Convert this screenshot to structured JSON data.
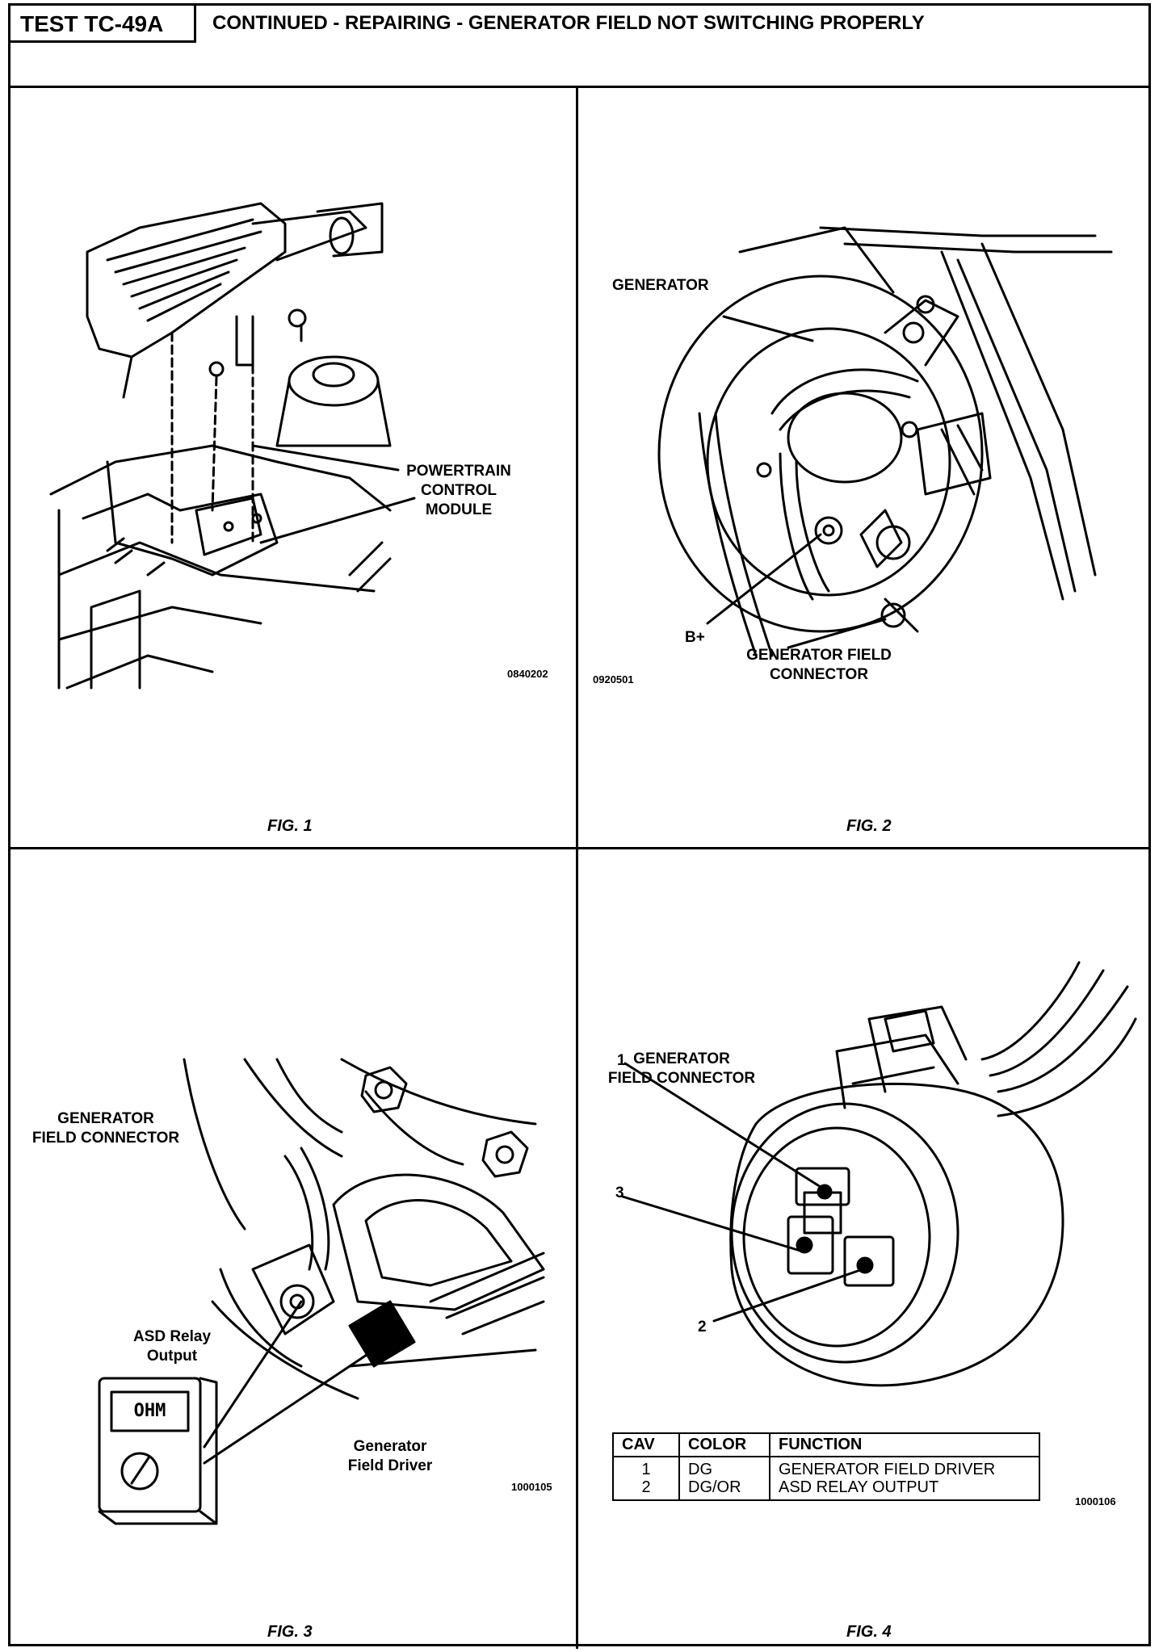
{
  "header": {
    "test_id": "TEST TC-49A",
    "title": "CONTINUED - REPAIRING - GENERATOR FIELD NOT SWITCHING PROPERLY"
  },
  "fig1": {
    "label_lines": [
      "POWERTRAIN",
      "CONTROL",
      "MODULE"
    ],
    "code": "0840202",
    "caption": "FIG. 1"
  },
  "fig2": {
    "label_generator": "GENERATOR",
    "label_bplus": "B+",
    "label_field_lines": [
      "GENERATOR FIELD",
      "CONNECTOR"
    ],
    "code": "0920501",
    "caption": "FIG. 2"
  },
  "fig3": {
    "label_connector_lines": [
      "GENERATOR",
      "FIELD CONNECTOR"
    ],
    "label_asd_lines": [
      "ASD Relay",
      "Output"
    ],
    "label_driver_lines": [
      "Generator",
      "Field Driver"
    ],
    "meter_display": "OHM",
    "code": "1000105",
    "caption": "FIG. 3"
  },
  "fig4": {
    "label_connector_lines": [
      "GENERATOR",
      "FIELD CONNECTOR"
    ],
    "pins": [
      "1",
      "2",
      "3"
    ],
    "table": {
      "headers": [
        "CAV",
        "COLOR",
        "FUNCTION"
      ],
      "rows": [
        {
          "cav": "1",
          "color": "DG",
          "function": "GENERATOR FIELD DRIVER"
        },
        {
          "cav": "2",
          "color": "DG/OR",
          "function": "ASD RELAY OUTPUT"
        }
      ]
    },
    "code": "1000106",
    "caption": "FIG. 4"
  }
}
